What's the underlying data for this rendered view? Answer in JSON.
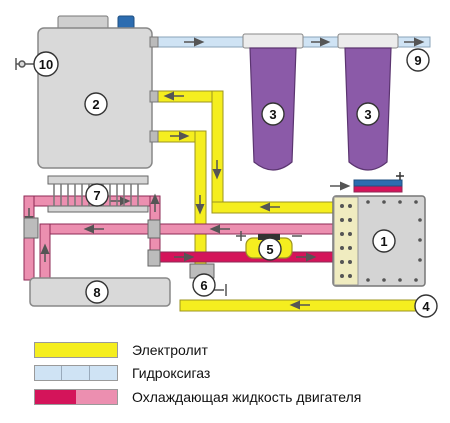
{
  "components": [
    {
      "number": "1"
    },
    {
      "number": "2"
    },
    {
      "number": "3"
    },
    {
      "number": "3"
    },
    {
      "number": "4"
    },
    {
      "number": "5"
    },
    {
      "number": "6"
    },
    {
      "number": "7"
    },
    {
      "number": "8"
    },
    {
      "number": "9"
    },
    {
      "number": "10"
    }
  ],
  "legend": [
    {
      "label": "Электролит"
    },
    {
      "label": "Гидроксигаз"
    },
    {
      "label": "Охлаждающая жидкость двигателя"
    }
  ],
  "colors": {
    "electrolyte": "#f5ee1f",
    "hydroxy_gas": "#cfe3f4",
    "coolant_hot": "#d4145a",
    "coolant_cool": "#ec8fb0",
    "tank": "#d9d9d9",
    "filter": "#8b5aa8",
    "electrode_plate": "#c9c9c9",
    "badge": "#ffffff"
  }
}
